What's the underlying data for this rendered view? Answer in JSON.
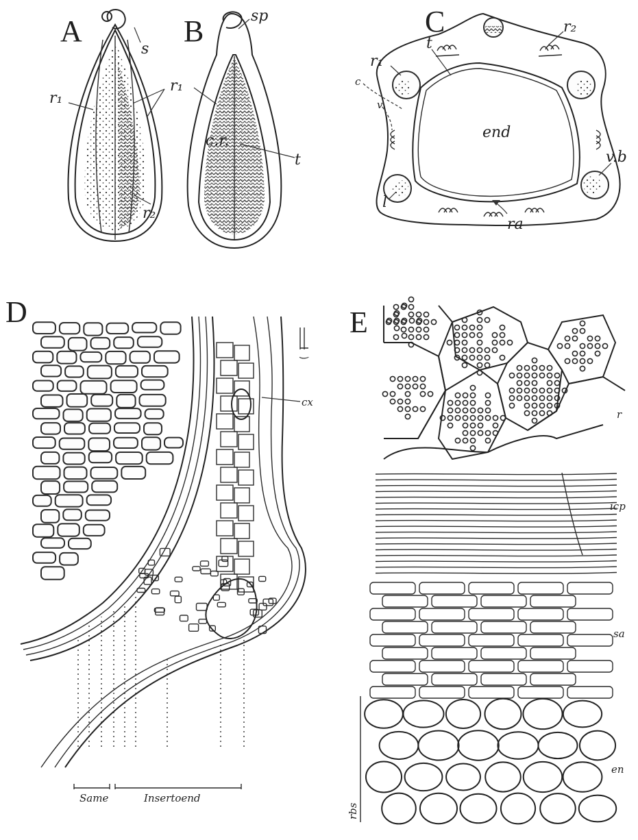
{
  "panels": {
    "A": {
      "letter": "A",
      "labels": {
        "s": "s",
        "r1_upper": "r₁",
        "r1": "r₁",
        "r2": "r₂"
      }
    },
    "B": {
      "letter": "B",
      "labels": {
        "sp": "sp",
        "cr": "c.r.",
        "t": "t"
      }
    },
    "C": {
      "letter": "C",
      "labels": {
        "r2": "r₂",
        "t": "t",
        "r1": "r₁",
        "c": "c",
        "v": "v",
        "end": "end",
        "vb": "v.b",
        "l": "l",
        "ra": "ra"
      }
    },
    "D": {
      "letter": "D",
      "labels": {
        "scale": "‿",
        "cx": "cx",
        "bottom_left": "Same",
        "bottom_right": "Insertoend"
      }
    },
    "E": {
      "letter": "E",
      "labels": {
        "r": "r",
        "icp": "icp",
        "sa": "sa",
        "en": "en",
        "scale": "rbs"
      }
    }
  }
}
